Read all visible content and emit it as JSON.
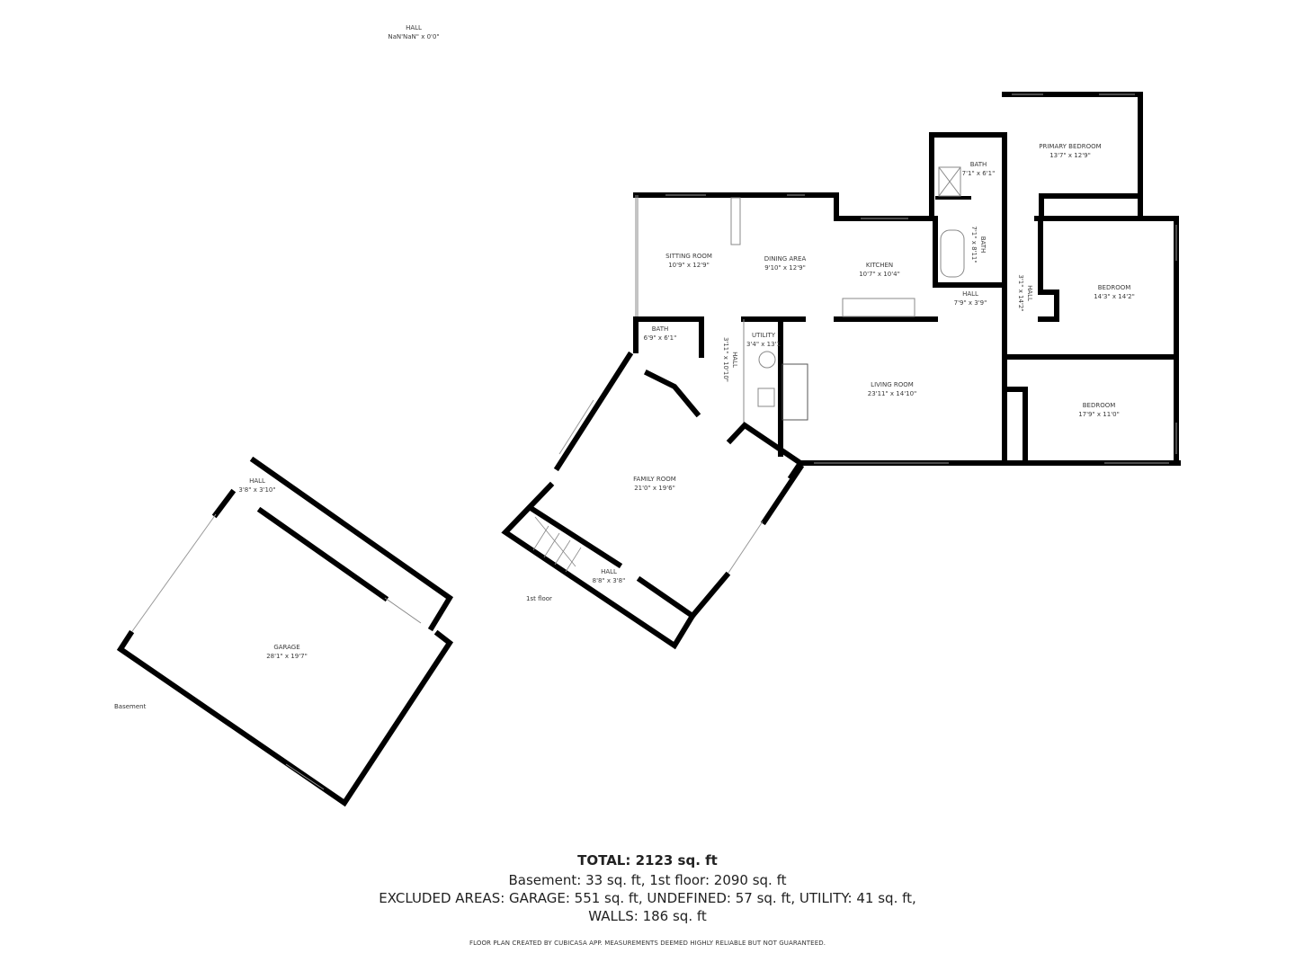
{
  "floorplan": {
    "floors": [
      {
        "name": "1st floor"
      },
      {
        "name": "Basement"
      }
    ],
    "rooms": [
      {
        "id": "hall-top",
        "name": "HALL",
        "dims": "NaN'NaN\" x 0'0\""
      },
      {
        "id": "primary-bedroom",
        "name": "PRIMARY BEDROOM",
        "dims": "13'7\" x 12'9\""
      },
      {
        "id": "bath-primary",
        "name": "BATH",
        "dims": "7'1\" x 6'1\""
      },
      {
        "id": "sitting-room",
        "name": "SITTING ROOM",
        "dims": "10'9\" x 12'9\""
      },
      {
        "id": "dining-area",
        "name": "DINING AREA",
        "dims": "9'10\" x 12'9\""
      },
      {
        "id": "kitchen",
        "name": "KITCHEN",
        "dims": "10'7\" x 10'4\""
      },
      {
        "id": "bath-hall",
        "name": "BATH",
        "dims": "7'1\" x 8'11\""
      },
      {
        "id": "hall-1",
        "name": "HALL",
        "dims": "7'9\" x 3'9\""
      },
      {
        "id": "hall-2",
        "name": "HALL",
        "dims": "3'1\" x 14'2\""
      },
      {
        "id": "bedroom-1",
        "name": "BEDROOM",
        "dims": "14'3\" x 14'2\""
      },
      {
        "id": "bath-small",
        "name": "BATH",
        "dims": "6'9\" x 6'1\""
      },
      {
        "id": "hall-3",
        "name": "HALL",
        "dims": "3'11\" x 10'10\""
      },
      {
        "id": "utility",
        "name": "UTILITY",
        "dims": "3'4\" x 13'1"
      },
      {
        "id": "living-room",
        "name": "LIVING ROOM",
        "dims": "23'11\" x 14'10\""
      },
      {
        "id": "bedroom-2",
        "name": "BEDROOM",
        "dims": "17'9\" x 11'0\""
      },
      {
        "id": "family-room",
        "name": "FAMILY ROOM",
        "dims": "21'0\" x 19'6\""
      },
      {
        "id": "hall-4",
        "name": "HALL",
        "dims": "8'8\" x 3'8\""
      },
      {
        "id": "hall-basement",
        "name": "HALL",
        "dims": "3'8\" x 3'10\""
      },
      {
        "id": "garage",
        "name": "GARAGE",
        "dims": "28'1\" x 19'7\""
      }
    ]
  },
  "summary": {
    "total": "TOTAL: 2123 sq. ft",
    "floors_line": "Basement: 33 sq. ft, 1st floor: 2090 sq. ft",
    "excluded_line": "EXCLUDED AREAS: GARAGE: 551 sq. ft, UNDEFINED: 57 sq. ft, UTILITY: 41 sq. ft,",
    "walls_line": "WALLS: 186 sq. ft"
  },
  "disclaimer": "FLOOR PLAN CREATED BY CUBICASA APP. MEASUREMENTS DEEMED HIGHLY RELIABLE BUT NOT GUARANTEED.",
  "colors": {
    "wall": "#000000",
    "text": "#333333",
    "background": "#ffffff"
  }
}
